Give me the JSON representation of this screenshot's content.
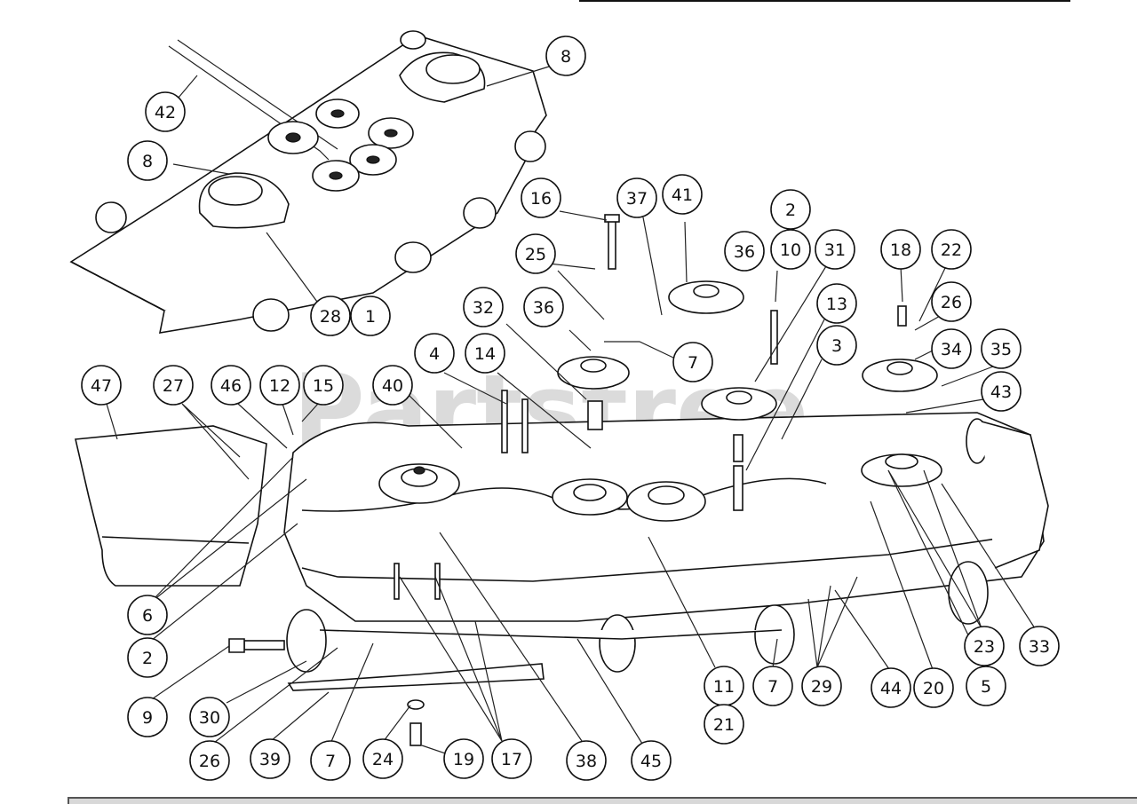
{
  "watermark": "Partstree",
  "callouts": [
    {
      "id": "c8a",
      "label": "8"
    },
    {
      "id": "c42",
      "label": "42"
    },
    {
      "id": "c8b",
      "label": "8"
    },
    {
      "id": "c28",
      "label": "28"
    },
    {
      "id": "c1",
      "label": "1"
    },
    {
      "id": "c16",
      "label": "16"
    },
    {
      "id": "c37",
      "label": "37"
    },
    {
      "id": "c41",
      "label": "41"
    },
    {
      "id": "c2a",
      "label": "2"
    },
    {
      "id": "c25",
      "label": "25"
    },
    {
      "id": "c36a",
      "label": "36"
    },
    {
      "id": "c10",
      "label": "10"
    },
    {
      "id": "c31",
      "label": "31"
    },
    {
      "id": "c18",
      "label": "18"
    },
    {
      "id": "c22",
      "label": "22"
    },
    {
      "id": "c26a",
      "label": "26"
    },
    {
      "id": "c32",
      "label": "32"
    },
    {
      "id": "c36b",
      "label": "36"
    },
    {
      "id": "c13",
      "label": "13"
    },
    {
      "id": "c34",
      "label": "34"
    },
    {
      "id": "c35",
      "label": "35"
    },
    {
      "id": "c3",
      "label": "3"
    },
    {
      "id": "c7a",
      "label": "7"
    },
    {
      "id": "c4",
      "label": "4"
    },
    {
      "id": "c14",
      "label": "14"
    },
    {
      "id": "c47",
      "label": "47"
    },
    {
      "id": "c27",
      "label": "27"
    },
    {
      "id": "c46",
      "label": "46"
    },
    {
      "id": "c12",
      "label": "12"
    },
    {
      "id": "c15",
      "label": "15"
    },
    {
      "id": "c40",
      "label": "40"
    },
    {
      "id": "c43",
      "label": "43"
    },
    {
      "id": "c6",
      "label": "6"
    },
    {
      "id": "c2b",
      "label": "2"
    },
    {
      "id": "c23",
      "label": "23"
    },
    {
      "id": "c33",
      "label": "33"
    },
    {
      "id": "c9",
      "label": "9"
    },
    {
      "id": "c30",
      "label": "30"
    },
    {
      "id": "c11",
      "label": "11"
    },
    {
      "id": "c7b",
      "label": "7"
    },
    {
      "id": "c29",
      "label": "29"
    },
    {
      "id": "c44",
      "label": "44"
    },
    {
      "id": "c20",
      "label": "20"
    },
    {
      "id": "c5",
      "label": "5"
    },
    {
      "id": "c21",
      "label": "21"
    },
    {
      "id": "c26b",
      "label": "26"
    },
    {
      "id": "c39",
      "label": "39"
    },
    {
      "id": "c7c",
      "label": "7"
    },
    {
      "id": "c24",
      "label": "24"
    },
    {
      "id": "c19",
      "label": "19"
    },
    {
      "id": "c17",
      "label": "17"
    },
    {
      "id": "c38",
      "label": "38"
    },
    {
      "id": "c45",
      "label": "45"
    }
  ]
}
